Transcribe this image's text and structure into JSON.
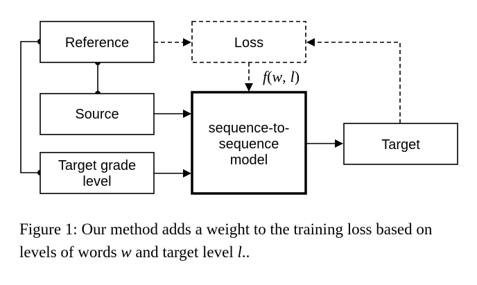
{
  "diagram": {
    "nodes": {
      "reference": "Reference",
      "loss": "Loss",
      "source": "Source",
      "target_grade_line1": "Target grade",
      "target_grade_line2": "level",
      "seq2seq_line1": "sequence-to-",
      "seq2seq_line2": "sequence",
      "seq2seq_line3": "model",
      "target": "Target"
    },
    "edge_label": {
      "f": "f",
      "open": "(",
      "w": "w",
      "comma": ",",
      "l": "l",
      "close": ")"
    }
  },
  "caption": {
    "prefix": "Figure 1: Our method adds a weight to the training loss based on levels of words ",
    "w": "w",
    "middle": " and target level ",
    "l": "l",
    "suffix": ".."
  }
}
